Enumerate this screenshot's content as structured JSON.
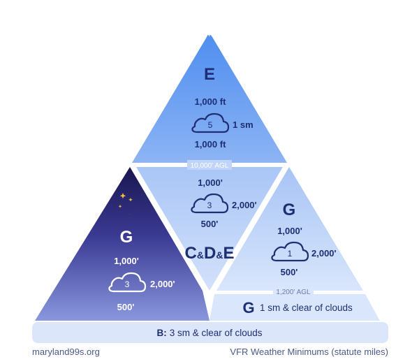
{
  "colors": {
    "dark_navy": "#1d2e72",
    "blue_top": "#4f8ef0",
    "blue_light": "#dbe7fc",
    "night_top": "#1a1650",
    "night_bottom": "#7d8ad8",
    "moon": "#f3c33b",
    "white": "#ffffff"
  },
  "class_e": {
    "letter": "E",
    "above": "1,000 ft",
    "visibility": "5",
    "unit": "1 sm",
    "below": "1,000 ft"
  },
  "divider_10000": "10,000' AGL",
  "class_cde": {
    "above": "1,000'",
    "visibility": "3",
    "horizontal": "2,000'",
    "below": "500'",
    "letters": [
      "C",
      "&",
      "D",
      "&",
      "E"
    ]
  },
  "class_g_night": {
    "icon": "moon-stars-icon",
    "letter": "G",
    "above": "1,000'",
    "visibility": "3",
    "horizontal": "2,000'",
    "below": "500'"
  },
  "class_g_day": {
    "letter": "G",
    "above": "1,000'",
    "visibility": "1",
    "horizontal": "2,000'",
    "below": "500'"
  },
  "divider_1200": "1,200' AGL",
  "class_g_low": {
    "letter": "G",
    "text": "1 sm & clear of clouds"
  },
  "class_b": {
    "prefix": "B:",
    "text": "3 sm & clear of clouds"
  },
  "footer": {
    "left": "maryland99s.org",
    "right": "VFR Weather Minimums (statute miles)"
  }
}
